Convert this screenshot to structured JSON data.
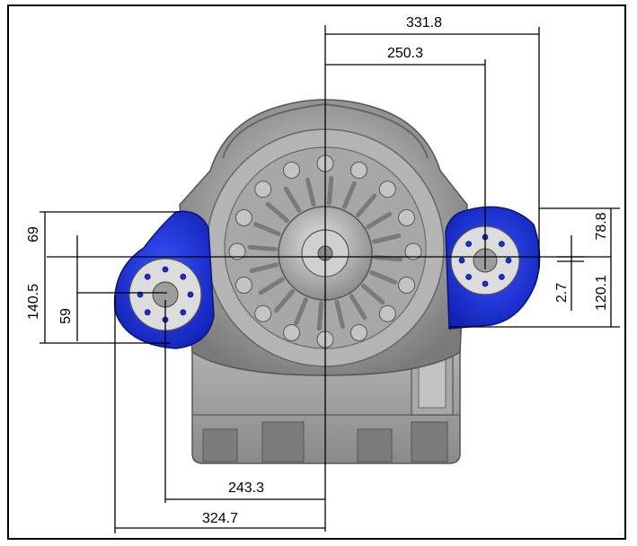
{
  "colors": {
    "background": "#ffffff",
    "frame": "#000000",
    "housing": "#9a9a9a",
    "housing_dark": "#6e6e6e",
    "housing_light": "#c9c9c9",
    "bracket_blue": "#1a2fd0",
    "bracket_blue_dark": "#0c1a8a",
    "flange": "#d8d8d8",
    "dimension_line": "#000000"
  },
  "dimensions": {
    "top_outer": "331.8",
    "top_inner": "250.3",
    "left_upper": "69",
    "left_total": "140.5",
    "left_lower": "59",
    "right_upper": "78.8",
    "right_offset": "2.7",
    "right_lower": "120.1",
    "bottom_inner": "243.3",
    "bottom_outer": "324.7"
  }
}
